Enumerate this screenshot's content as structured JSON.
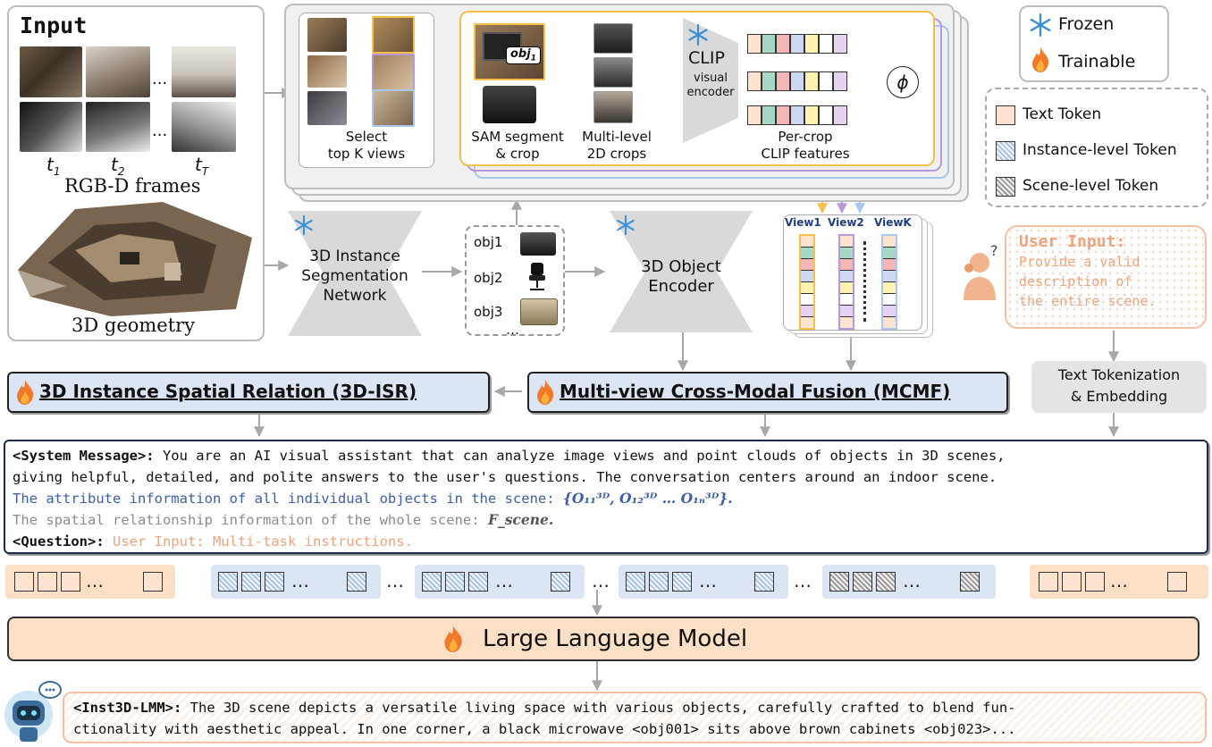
{
  "input_panel": {
    "title": "Input",
    "frame_labels": [
      "t",
      "t",
      "t"
    ],
    "frame_subs": [
      "1",
      "2",
      "T"
    ],
    "rgbd_label": "RGB-D frames",
    "geometry_label": "3D geometry",
    "ellipsis": "..."
  },
  "top_pipeline": {
    "select_label_1": "Select",
    "select_label_2": "top K views",
    "obj_tag": "obj",
    "obj_tag_sub": "1",
    "sam_label_1": "SAM segment",
    "sam_label_2": "& crop",
    "multilevel_label_1": "Multi-level",
    "multilevel_label_2": "2D crops",
    "clip_title": "CLIP",
    "clip_sub_1": "visual",
    "clip_sub_2": "encoder",
    "percrop_label_1": "Per-crop",
    "percrop_label_2": "CLIP features",
    "phi_symbol": "ϕ"
  },
  "legend": {
    "frozen": "Frozen",
    "trainable": "Trainable",
    "text_token": "Text Token",
    "instance_token": "Instance-level Token",
    "scene_token": "Scene-level Token"
  },
  "mid_pipeline": {
    "seg_label_1": "3D Instance",
    "seg_label_2": "Segmentation",
    "seg_label_3": "Network",
    "objects": [
      "obj1",
      "obj2",
      "obj3"
    ],
    "obj_ellipsis": "…",
    "encoder_label_1": "3D Object",
    "encoder_label_2": "Encoder",
    "view_labels": [
      "View1",
      "View2",
      "ViewK"
    ]
  },
  "user_input": {
    "title": "User Input:",
    "lines": [
      "Provide a valid",
      "description of",
      "the entire scene."
    ]
  },
  "modules": {
    "isr": "3D Instance Spatial Relation (3D-ISR)",
    "mcmf": "Multi-view Cross-Modal Fusion (MCMF)",
    "tokenization_1": "Text Tokenization",
    "tokenization_2": "& Embedding"
  },
  "prompt": {
    "system_tag": "<System Message>:",
    "system_line1": " You are an AI visual assistant that can analyze image views and point clouds of objects in 3D scenes,",
    "system_line2": "giving helpful, detailed, and polite answers to the user's questions. The conversation centers around an indoor scene.",
    "attr_line": "The attribute information of all individual objects in the scene:",
    "attr_formula": "{O₁₁³ᴰ, O₁₂³ᴰ … O₁ₙ³ᴰ}.",
    "spatial_line": "The spatial relationship information of the whole scene:",
    "spatial_formula": "F_scene.",
    "question_tag": "<Question>:",
    "question_text": " User Input: Multi-task instructions."
  },
  "token_row": {
    "ellipsis": "…"
  },
  "llm": {
    "label": "Large Language Model"
  },
  "output": {
    "tag": "<Inst3D-LMM>:",
    "line1": " The 3D scene depicts a versatile living space with various objects, carefully crafted to blend fun-",
    "line2": "ctionality with aesthetic appeal. In one corner, a black microwave <obj001> sits above brown cabinets <obj023>..."
  },
  "colors": {
    "view1": "#f5c04a",
    "view2": "#b799d8",
    "viewk": "#a8c8ee",
    "orange_text": "#f0a37a",
    "blue_text": "#3b5fa8",
    "module_fill": "#dbe5f4",
    "llm_fill": "#fbe0c6"
  }
}
